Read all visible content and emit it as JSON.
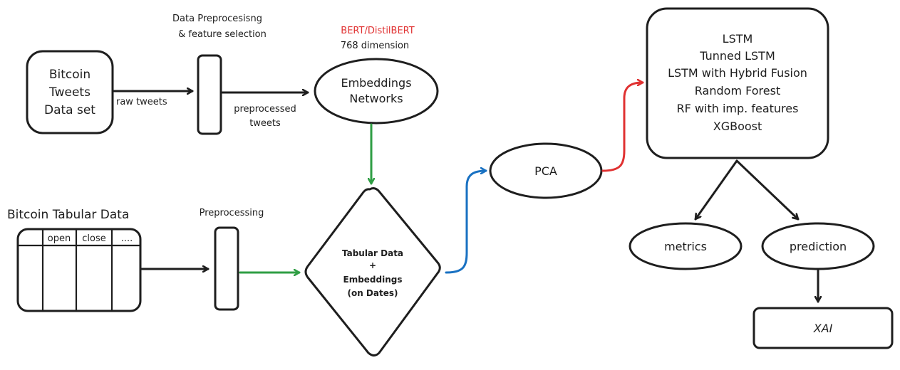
{
  "colors": {
    "pink": "#ffc9c9",
    "blue": "#a5d8ff",
    "yellow": "#ffec99",
    "green": "#b2f2bb",
    "stroke": "#1e1e1e",
    "arrow_green": "#2f9e44",
    "arrow_blue": "#1971c2",
    "arrow_red": "#e03131",
    "label_red": "#e03131"
  },
  "dataset": {
    "lines": [
      "Bitcoin",
      "Tweets",
      "Data set"
    ]
  },
  "preprocess_title": {
    "lines": [
      "Data Preprocesisng",
      "& feature selection"
    ]
  },
  "bert": {
    "title": "BERT/DistilBERT",
    "dimension": "768 dimension"
  },
  "embeddings": {
    "lines": [
      "Embeddings",
      "Networks"
    ]
  },
  "edge_labels": {
    "raw_tweets": "raw tweets",
    "preprocessed": [
      "preprocessed",
      "tweets"
    ]
  },
  "tabular": {
    "title": "Bitcoin Tabular Data",
    "columns": [
      "open",
      "close",
      "...."
    ]
  },
  "preprocessing_label": "Preprocessing",
  "fusion": {
    "lines": [
      "Tabular Data",
      "+",
      "Embeddings",
      "(on Dates)"
    ]
  },
  "pca": "PCA",
  "models": {
    "lines": [
      "LSTM",
      "Tunned LSTM",
      "LSTM with Hybrid Fusion",
      "Random Forest",
      "RF with imp. features",
      "XGBoost"
    ]
  },
  "metrics": "metrics",
  "prediction": "prediction",
  "xai": "XAI"
}
